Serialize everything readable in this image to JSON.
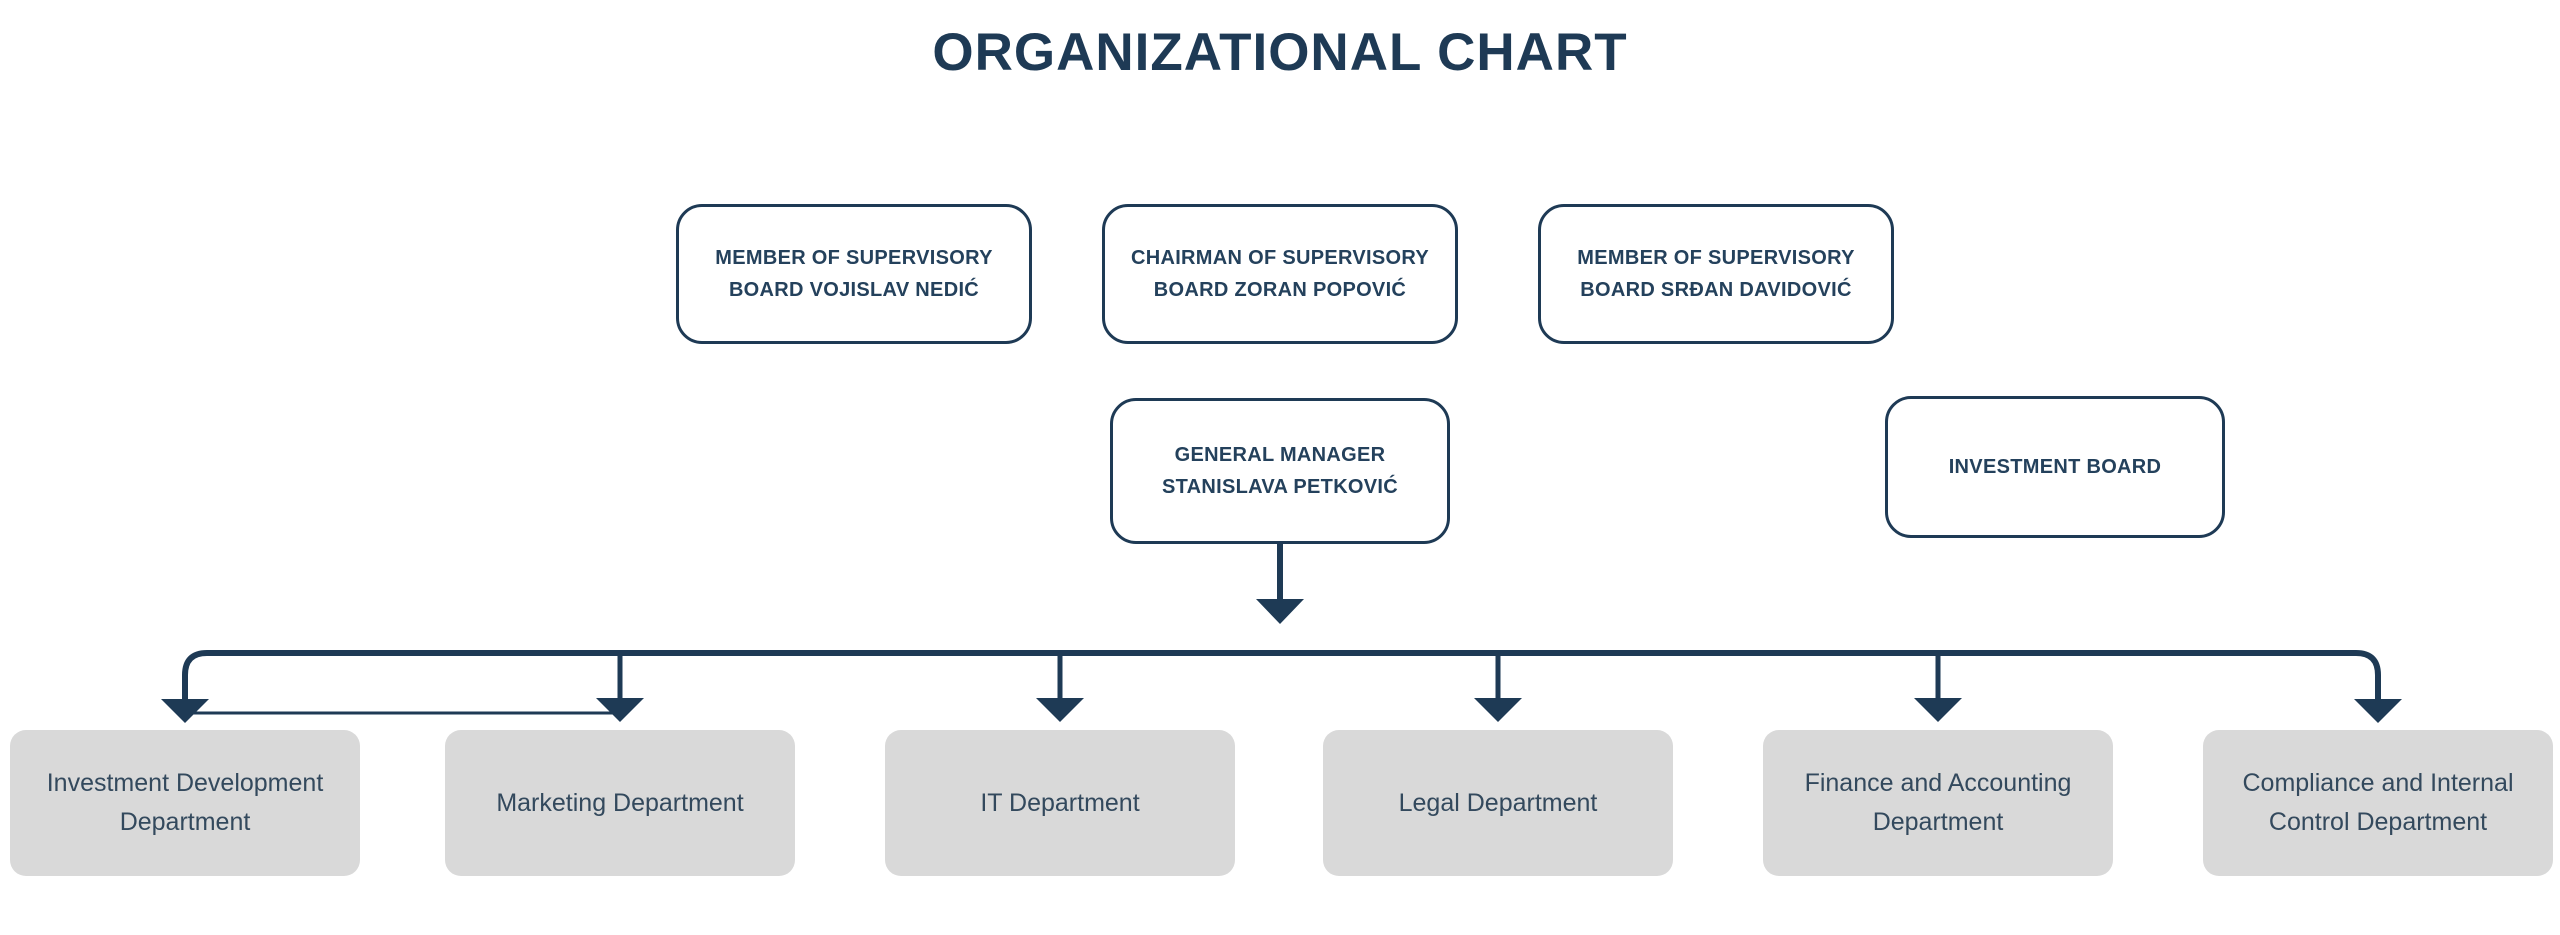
{
  "title": "ORGANIZATIONAL CHART",
  "theme": {
    "accent": "#1e3a55",
    "box_border": "#1e3a55",
    "node_text": "#24415c",
    "gray_box_fill": "#d9d9d9",
    "gray_box_text": "#33495d",
    "background": "#ffffff"
  },
  "nodes": {
    "top": [
      {
        "id": "supervisory-member-1",
        "label": "MEMBER OF SUPERVISORY BOARD VOJISLAV NEDIĆ"
      },
      {
        "id": "supervisory-chairman",
        "label": "CHAIRMAN OF SUPERVISORY BOARD ZORAN POPOVIĆ"
      },
      {
        "id": "supervisory-member-2",
        "label": "MEMBER OF SUPERVISORY BOARD SRĐAN DAVIDOVIĆ"
      }
    ],
    "middle": [
      {
        "id": "general-manager",
        "label": "GENERAL MANAGER STANISLAVA PETKOVIĆ"
      },
      {
        "id": "investment-board",
        "label": "INVESTMENT BOARD"
      }
    ],
    "departments": [
      {
        "id": "investment-development",
        "label": "Investment Development Department"
      },
      {
        "id": "marketing",
        "label": "Marketing Department"
      },
      {
        "id": "it",
        "label": "IT Department"
      },
      {
        "id": "legal",
        "label": "Legal Department"
      },
      {
        "id": "finance-accounting",
        "label": "Finance and Accounting Department"
      },
      {
        "id": "compliance-internal-control",
        "label": "Compliance and Internal Control Department"
      }
    ]
  }
}
